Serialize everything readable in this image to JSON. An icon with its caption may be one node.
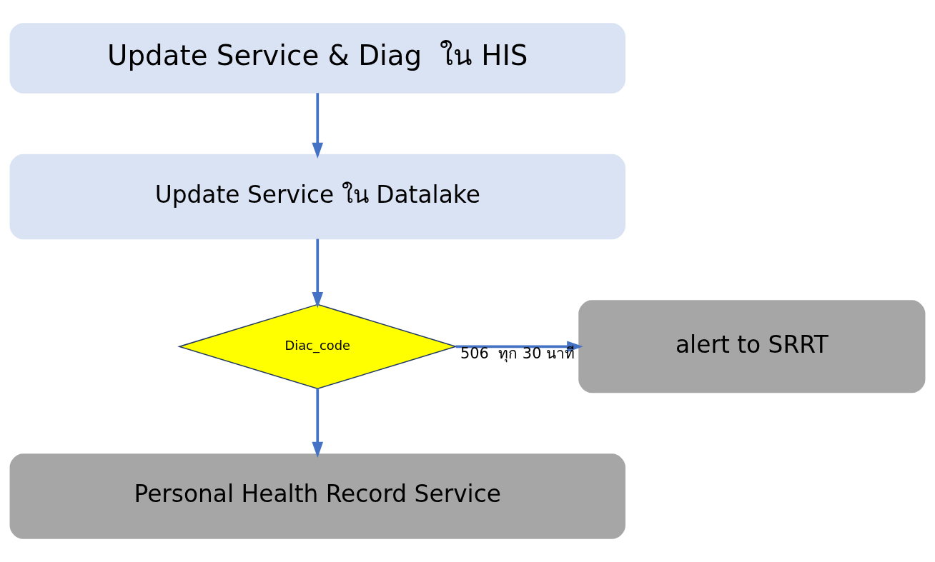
{
  "diagram": {
    "nodes": [
      {
        "text": [
          "Update Service & Diag  ใน HIS"
        ]
      },
      {
        "text": [
          "Update Service ใน Datalake"
        ]
      },
      {
        "text": [
          "Diac_code"
        ]
      },
      {
        "text": [
          "alert to SRRT"
        ]
      },
      {
        "text": [
          "Personal Health Record Service"
        ]
      }
    ],
    "edges": [
      {
        "from": 0,
        "to": 1,
        "arrow": "to"
      },
      {
        "from": 1,
        "to": 2,
        "arrow": "to"
      },
      {
        "from": 2,
        "to": 3,
        "arrow": "to",
        "label": "506  ทุก 30 นาที"
      },
      {
        "from": 2,
        "to": 4,
        "arrow": "to"
      }
    ]
  }
}
